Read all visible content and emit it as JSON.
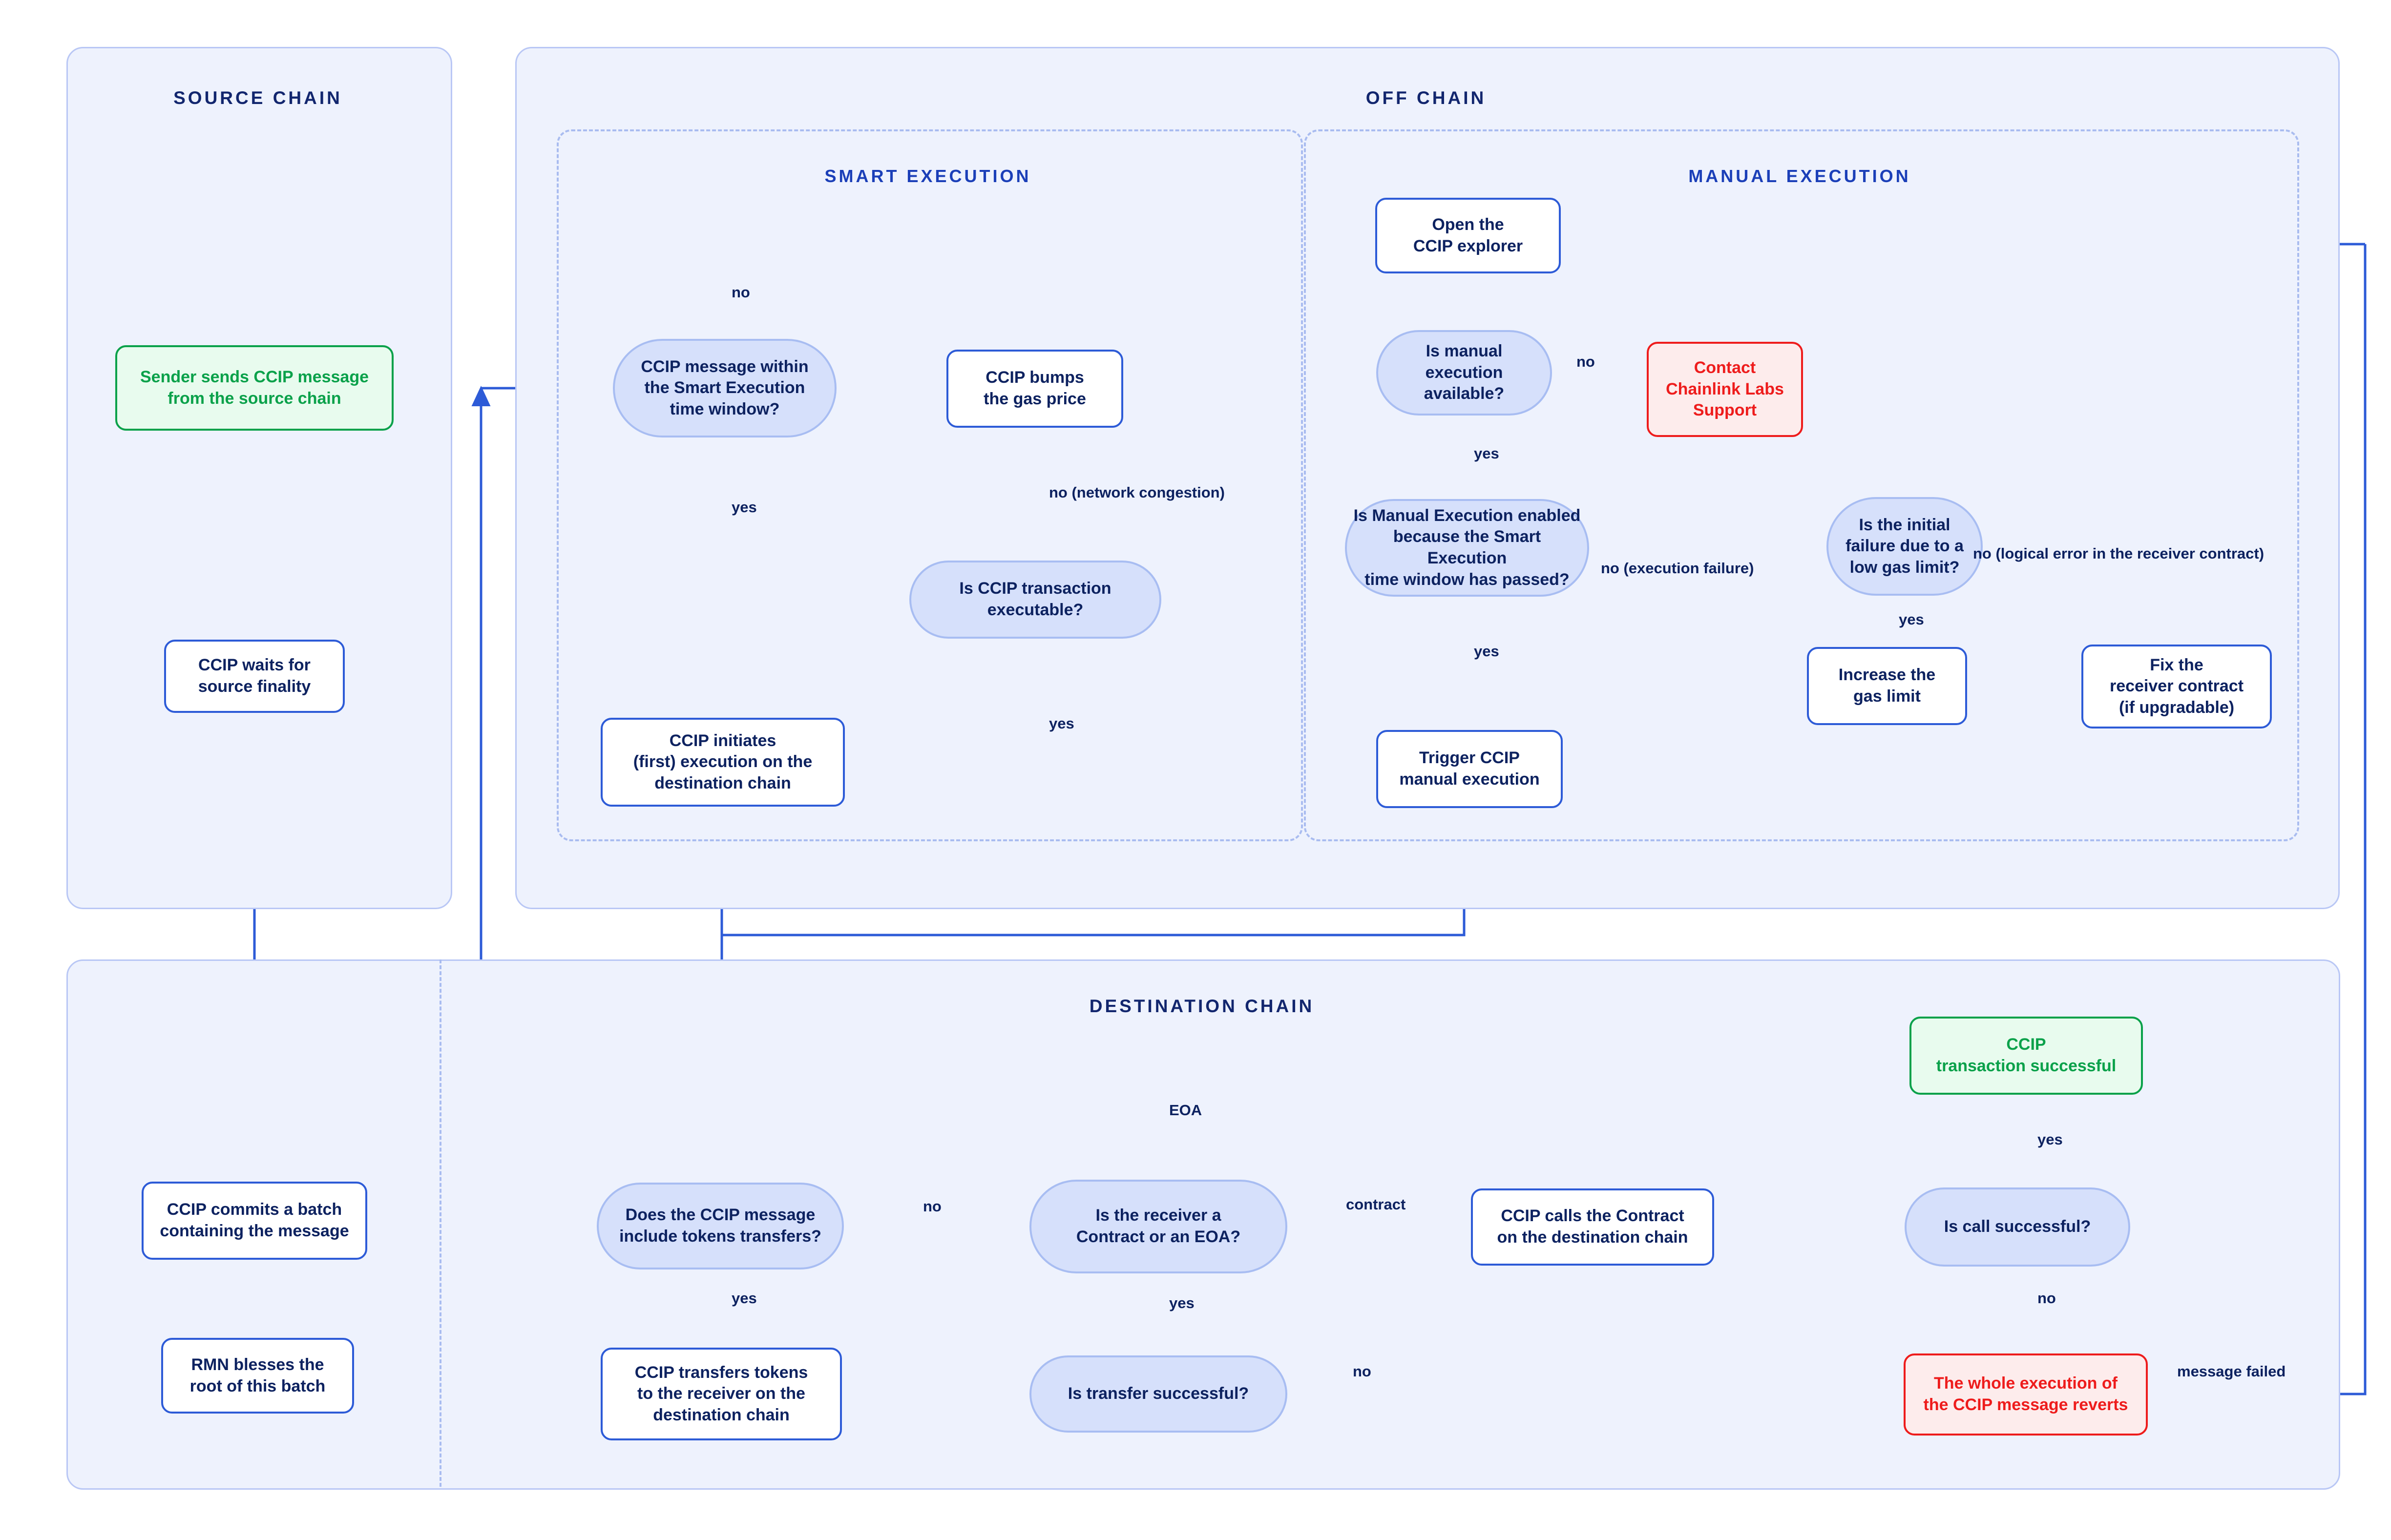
{
  "diagram": {
    "title": "CCIP message execution flow",
    "colors": {
      "lane_fill": "#eef2fd",
      "lane_border": "#b9c7f5",
      "decision_fill": "#d6e0fb",
      "decision_border": "#a8bdf2",
      "process_border": "#2d5bd7",
      "edge": "#2d5bd7",
      "text": "#0d2260",
      "success": "#0aa14a",
      "success_fill": "#e8fbee",
      "error": "#ee1c1c",
      "error_fill": "#fdecec"
    }
  },
  "lanes": {
    "source_chain": {
      "title": "SOURCE CHAIN"
    },
    "off_chain": {
      "title": "OFF CHAIN"
    },
    "smart_execution": {
      "title": "SMART EXECUTION"
    },
    "manual_execution": {
      "title": "MANUAL EXECUTION"
    },
    "destination_chain": {
      "title": "DESTINATION CHAIN"
    }
  },
  "nodes": {
    "sender_sends": "Sender sends CCIP message\nfrom the source chain",
    "waits_finality": "CCIP waits for\nsource finality",
    "commits_batch": "CCIP commits a batch\ncontaining the message",
    "rmn_blesses": "RMN blesses the\nroot of this batch",
    "within_window": "CCIP message within\nthe Smart Execution\ntime window?",
    "bumps_gas": "CCIP bumps\nthe gas price",
    "tx_executable": "Is CCIP transaction\nexecutable?",
    "initiates_exec": "CCIP initiates\n(first) execution on the\ndestination chain",
    "open_explorer": "Open the\nCCIP explorer",
    "manual_available": "Is manual\nexecution available?",
    "contact_support": "Contact\nChainlink Labs\nSupport",
    "manual_enabled": "Is Manual Execution enabled\nbecause the Smart Execution\ntime window has passed?",
    "initial_failure_gas": "Is the initial\nfailure due to a\nlow gas limit?",
    "increase_gas": "Increase the\ngas limit",
    "fix_receiver": "Fix the\nreceiver contract\n(if upgradable)",
    "trigger_manual": "Trigger CCIP\nmanual execution",
    "includes_tokens": "Does the CCIP message\ninclude tokens transfers?",
    "transfers_tokens": "CCIP transfers tokens\nto the receiver on the\ndestination chain",
    "transfer_successful": "Is transfer successful?",
    "receiver_type": "Is the receiver a\nContract or an EOA?",
    "calls_contract": "CCIP calls the Contract\non the destination chain",
    "call_successful": "Is call successful?",
    "tx_successful": "CCIP\ntransaction successful",
    "execution_reverts": "The whole execution of\nthe CCIP message reverts"
  },
  "edge_labels": {
    "no_window": "no",
    "yes_window": "yes",
    "no_congestion": "no (network congestion)",
    "yes_executable": "yes",
    "no_manual": "no",
    "yes_manual": "yes",
    "no_exec_failure": "no (execution failure)",
    "yes_gas": "yes",
    "no_logical_error": "no (logical error in\nthe receiver contract)",
    "yes_enabled": "yes",
    "no_tokens": "no",
    "yes_tokens": "yes",
    "yes_transfer": "yes",
    "no_transfer": "no",
    "eoa": "EOA",
    "contract": "contract",
    "yes_call": "yes",
    "no_call": "no",
    "message_failed": "message failed"
  }
}
